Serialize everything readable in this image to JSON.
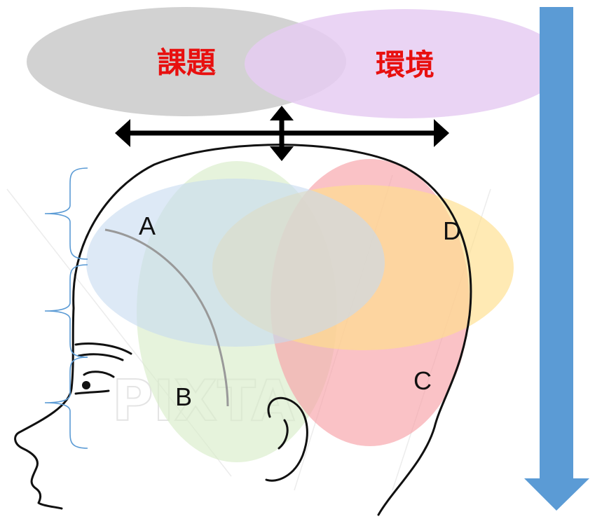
{
  "top": {
    "left_label": "課題",
    "right_label": "環境"
  },
  "regions": [
    {
      "id": "A",
      "label": "A",
      "color": "#c6daf0"
    },
    {
      "id": "B",
      "label": "B",
      "color": "#d9ecc9"
    },
    {
      "id": "C",
      "label": "C",
      "color": "#f8a2a8"
    },
    {
      "id": "D",
      "label": "D",
      "color": "#ffdf8c"
    }
  ],
  "colors": {
    "left_ellipse": "#d2d2d2",
    "right_ellipse": "#e6cdf2",
    "label_red": "#e8100f",
    "down_arrow": "#5b9bd5",
    "bracket": "#5b9bd5",
    "double_arrow": "#000000"
  },
  "watermark": "PIXTA"
}
